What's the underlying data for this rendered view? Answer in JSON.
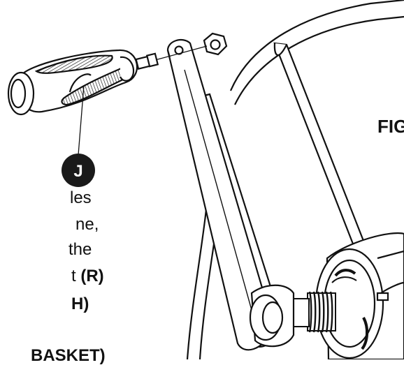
{
  "figure": {
    "label_fragment": "FIG",
    "callout_letter": "J"
  },
  "text_fragments": {
    "line1": "les",
    "line2": "ne,",
    "line3": "the",
    "line4_plain": "t ",
    "line4_bold": "(R)",
    "line5_bold": "H)",
    "line6_bold": "BASKET)"
  },
  "colors": {
    "ink": "#111111",
    "paper": "#ffffff",
    "callout_fill": "#1a1a1a"
  }
}
